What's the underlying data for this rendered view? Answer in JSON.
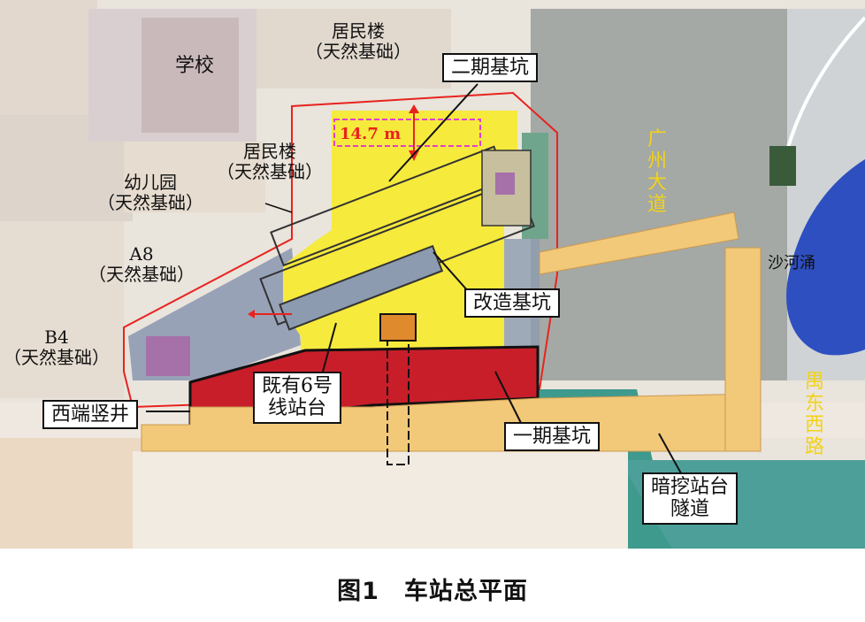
{
  "labels": {
    "residential_top_line1": "居民楼",
    "residential_top_line2": "（天然基础）",
    "school": "学校",
    "residential_mid_line1": "居民楼",
    "residential_mid_line2": "（天然基础）",
    "kindergarten_line1": "幼儿园",
    "kindergarten_line2": "（天然基础）",
    "a8_line1": "A8",
    "a8_line2": "（天然基础）",
    "b4_line1": "B4",
    "b4_line2": "（天然基础）",
    "phase2_pit": "二期基坑",
    "retrofit_pit": "改造基坑",
    "existing_line6_line1": "既有6号",
    "existing_line6_line2": "线站台",
    "west_shaft": "西端竖井",
    "phase1_pit": "一期基坑",
    "tunnel_line1": "暗挖站台",
    "tunnel_line2": "隧道",
    "guangzhou_road": [
      "广",
      "州",
      "大",
      "道"
    ],
    "shahe_creek": "沙河涌",
    "yudong_road": [
      "禺",
      "东",
      "西",
      "路"
    ],
    "dimension": "14.7 m"
  },
  "caption": "图1　车站总平面",
  "colors": {
    "phase2": "#f6ea3c",
    "phase1": "#c81e2a",
    "tunnel": "#f2c879",
    "existing_platform": "#8c9bb0",
    "river": "#2e4fbf",
    "boundary_red": "#e8231f",
    "dimension_magenta": "#e03fd0"
  }
}
